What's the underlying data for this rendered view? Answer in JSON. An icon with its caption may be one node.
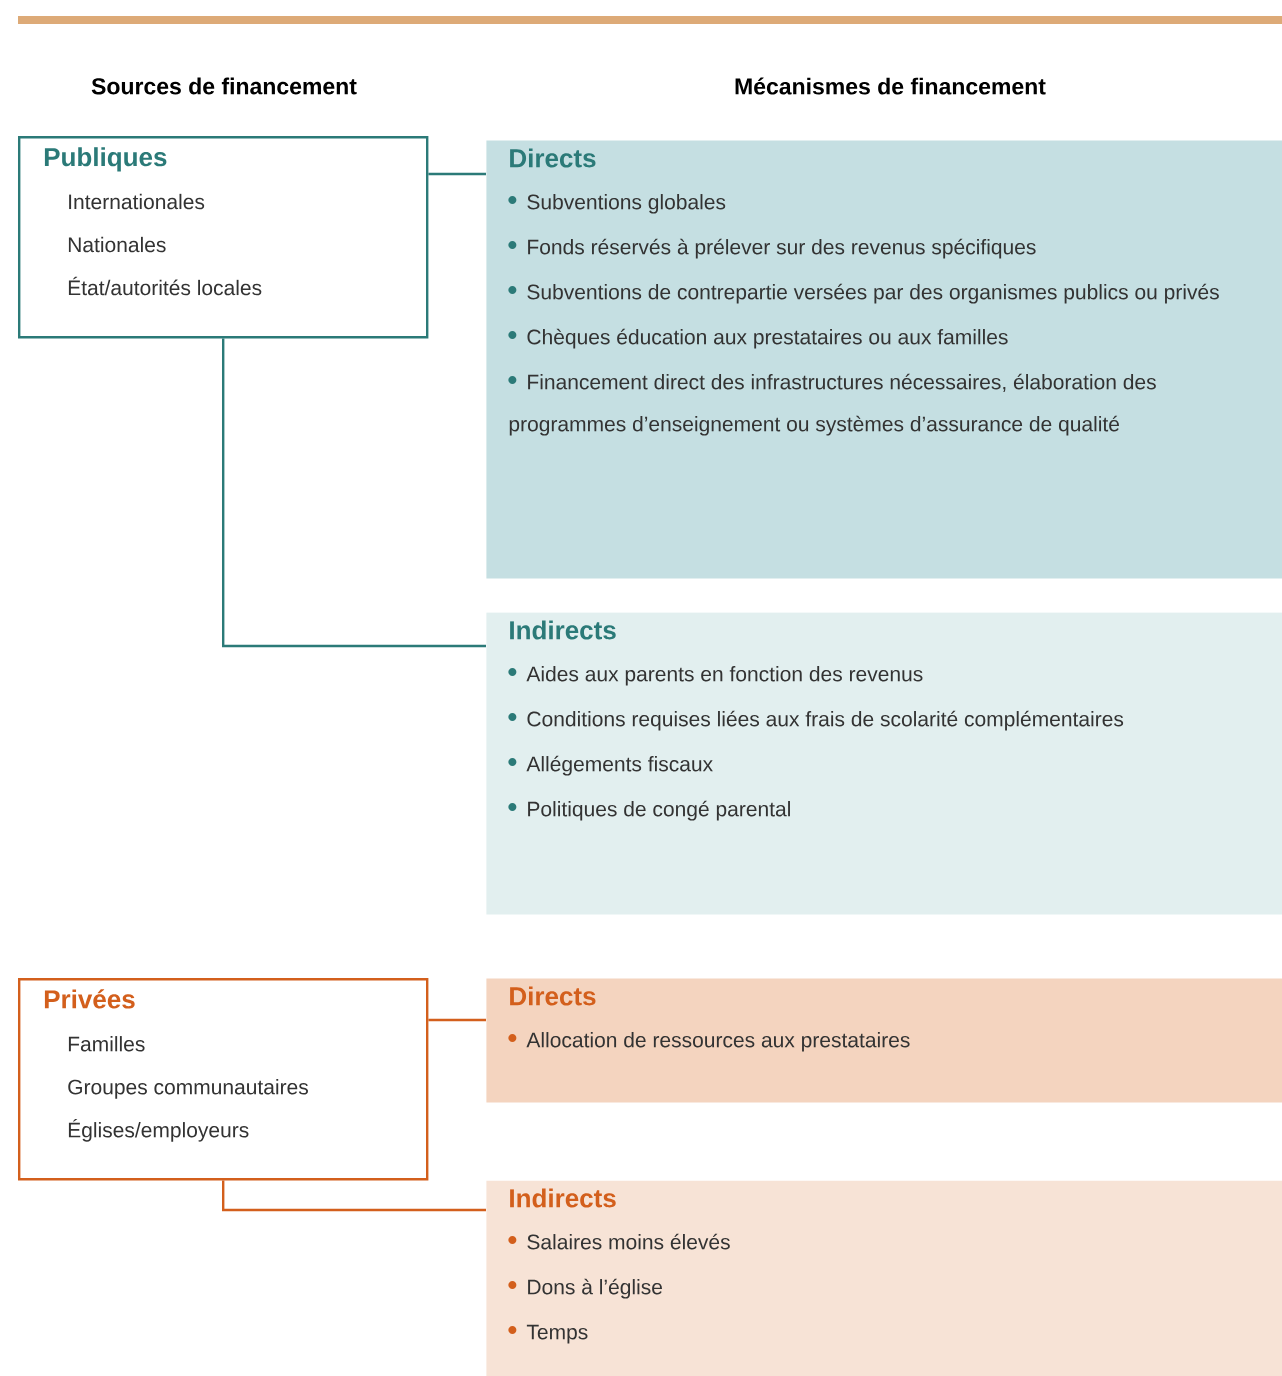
{
  "diagram": {
    "nodes": [
      {
        "text": [
          "Publiques",
          "Internationales",
          "Nationales",
          "État/autorités locales"
        ]
      },
      {
        "text": [
          "Directs",
          "Subventions globales",
          "Fonds réservés à prélever sur des revenus spécifiques",
          "Subventions de contrepartie versées par des organismes publics ou privés",
          "Chèques éducation aux prestataires ou aux familles",
          "Financement direct des infrastructures nécessaires, élaboration des programmes d’enseignement ou systèmes d’assurance de qualité"
        ]
      },
      {
        "text": [
          "Indirects",
          "Aides aux parents en fonction des revenus",
          "Conditions requises liées aux frais de scolarité complémentaires",
          "Allégements fiscaux",
          "Politiques de congé parental"
        ]
      },
      {
        "text": [
          "Privées",
          "Familles",
          "Groupes communautaires",
          "Églises/employeurs"
        ]
      },
      {
        "text": [
          "Directs",
          "Allocation de ressources aux prestataires"
        ]
      },
      {
        "text": [
          "Indirects",
          "Salaires moins élevés",
          "Dons à l’église",
          "Temps"
        ]
      }
    ],
    "edges": [
      {
        "from": 0,
        "to": 1,
        "arrow": "none",
        "color": "#2b7a78"
      },
      {
        "from": 0,
        "to": 2,
        "arrow": "none",
        "color": "#2b7a78"
      },
      {
        "from": 3,
        "to": 4,
        "arrow": "none",
        "color": "#d35f1c"
      },
      {
        "from": 3,
        "to": 5,
        "arrow": "none",
        "color": "#d35f1c"
      }
    ],
    "labels": [
      "Sources de financement",
      "Mécanismes de financement"
    ]
  }
}
